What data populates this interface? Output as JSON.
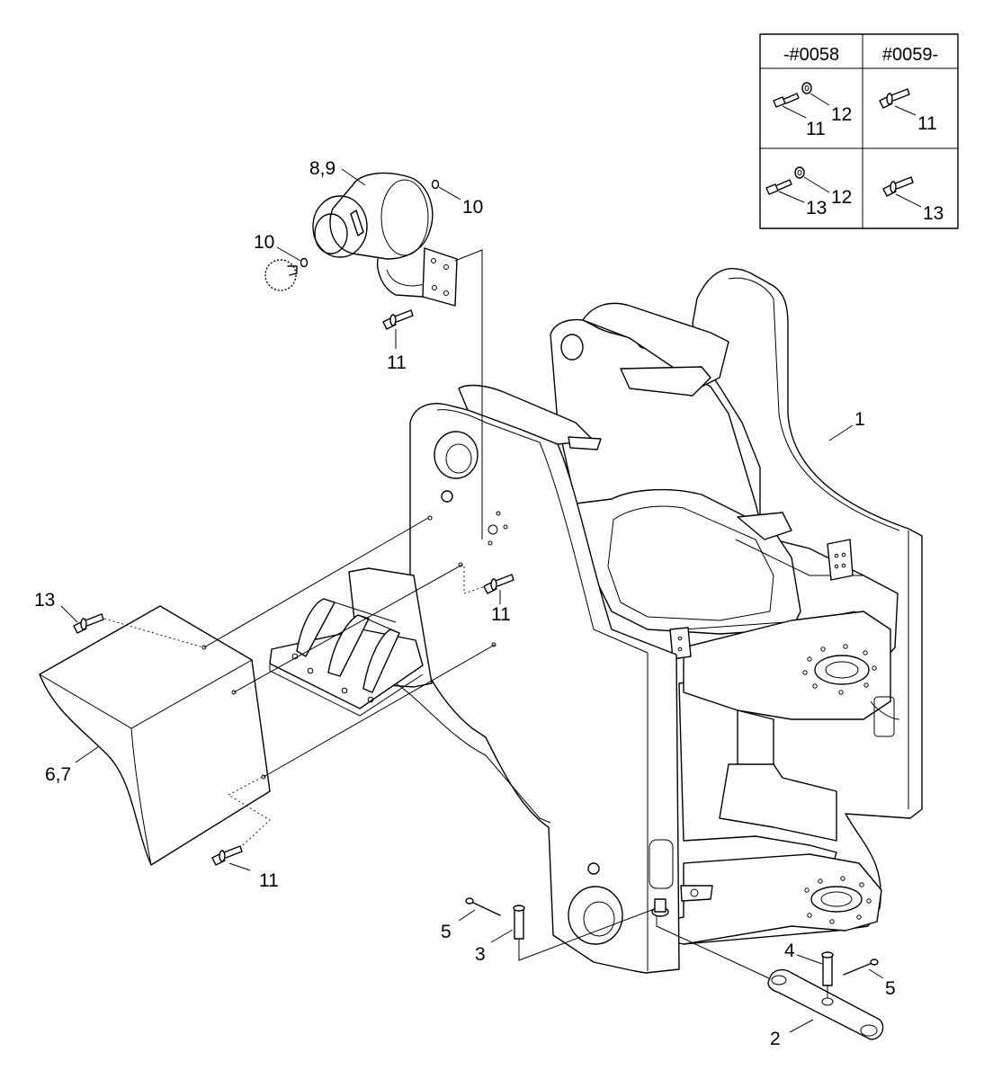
{
  "variant_table": {
    "headers": [
      "-#0058",
      "#0059-"
    ],
    "cells": [
      {
        "bolt": "11",
        "washer": "12"
      },
      {
        "bolt": "11"
      },
      {
        "bolt": "13",
        "washer": "12"
      },
      {
        "bolt": "13"
      }
    ]
  },
  "callouts": {
    "frame": "1",
    "link": "2",
    "pin_front": "3",
    "pin_link": "4",
    "cotter_front": "5",
    "cotter_link": "5",
    "cover": "6,7",
    "muffler": "8,9",
    "washer_top": "10",
    "washer_left": "10",
    "bolt_muffler": "11",
    "bolt_frame": "11",
    "bolt_cover": "11",
    "bolt_cover_top": "13"
  }
}
